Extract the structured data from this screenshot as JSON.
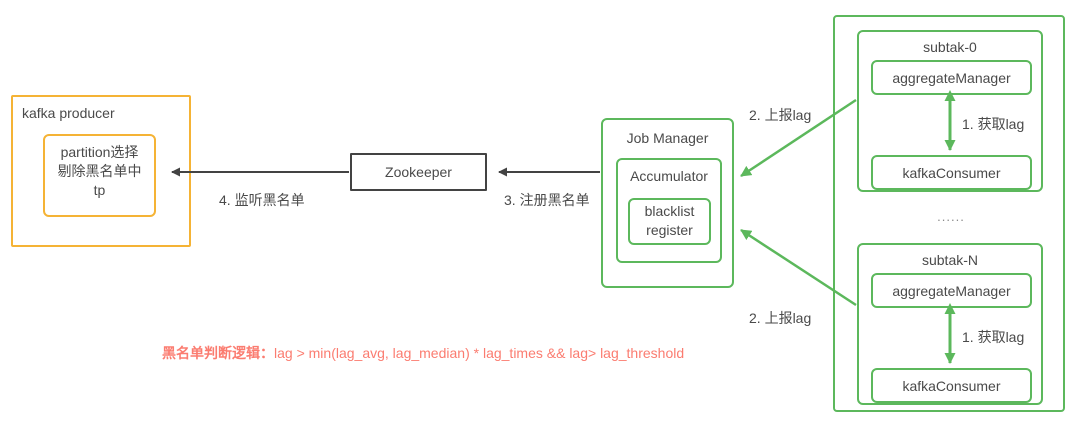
{
  "diagram": {
    "title": "kafka blacklist lag diagram",
    "colors": {
      "orange": "#f5b335",
      "green": "#5cb85c",
      "dark": "#434343",
      "red": "#fb7c70",
      "text": "#4a4a4a"
    }
  },
  "producer": {
    "label": "kafka producer",
    "inner": {
      "line1": "partition选择",
      "line2": "剔除黑名单中",
      "line3": "tp"
    }
  },
  "zookeeper": {
    "label": "Zookeeper"
  },
  "job_manager": {
    "label": "Job Manager",
    "accumulator": {
      "label": "Accumulator",
      "blacklist_register": {
        "line1": "blacklist",
        "line2": "register"
      }
    }
  },
  "subtasks": [
    {
      "title": "subtak-0",
      "aggregate_manager": "aggregateManager",
      "kafka_consumer": "kafkaConsumer",
      "internal_arrow_label": "1. 获取lag"
    },
    {
      "title": "subtak-N",
      "aggregate_manager": "aggregateManager",
      "kafka_consumer": "kafkaConsumer",
      "internal_arrow_label": "1. 获取lag"
    }
  ],
  "ellipsis": "......",
  "arrow_labels": {
    "report_lag_top": "2. 上报lag",
    "report_lag_bottom": "2. 上报lag",
    "register_blacklist": "3. 注册黑名单",
    "watch_blacklist": "4. 监听黑名单"
  },
  "formula": {
    "prefix": "黑名单判断逻辑：",
    "expression": "lag > min(lag_avg, lag_median) * lag_times && lag> lag_threshold"
  }
}
